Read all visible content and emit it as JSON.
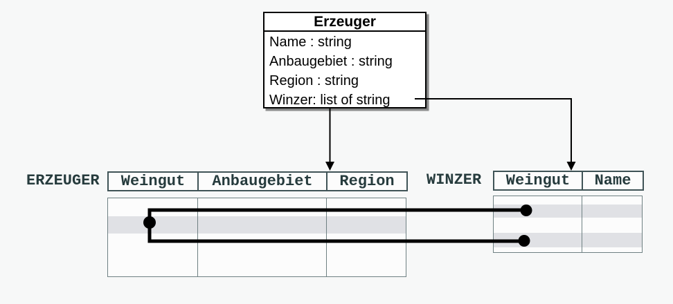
{
  "class_box": {
    "title": "Erzeuger",
    "attributes": [
      "Name : string",
      "Anbaugebiet : string",
      "Region : string",
      "Winzer: list of string"
    ]
  },
  "tables": {
    "erzeuger": {
      "label": "ERZEUGER",
      "columns": [
        "Weingut",
        "Anbaugebiet",
        "Region"
      ],
      "rows": [
        {
          "cells": [
            "",
            "",
            ""
          ],
          "highlighted": false
        },
        {
          "cells": [
            "",
            "",
            ""
          ],
          "highlighted": true
        },
        {
          "cells": [
            "",
            "",
            ""
          ],
          "highlighted": false
        }
      ]
    },
    "winzer": {
      "label": "WINZER",
      "columns": [
        "Weingut",
        "Name"
      ],
      "rows": [
        {
          "cells": [
            "",
            ""
          ],
          "highlighted": false
        },
        {
          "cells": [
            "",
            ""
          ],
          "highlighted": true
        },
        {
          "cells": [
            "",
            ""
          ],
          "highlighted": false
        },
        {
          "cells": [
            "",
            ""
          ],
          "highlighted": true
        },
        {
          "cells": [
            "",
            ""
          ],
          "highlighted": false
        }
      ]
    }
  },
  "colors": {
    "background": "#f7f8f8",
    "classbox_bg": "#ffffff",
    "classbox_border": "#000000",
    "header_border": "#3f5356",
    "body_border": "#6e8082",
    "label_text": "#263b3d",
    "row_highlight": "#e0e1e5",
    "connector": "#000000"
  }
}
